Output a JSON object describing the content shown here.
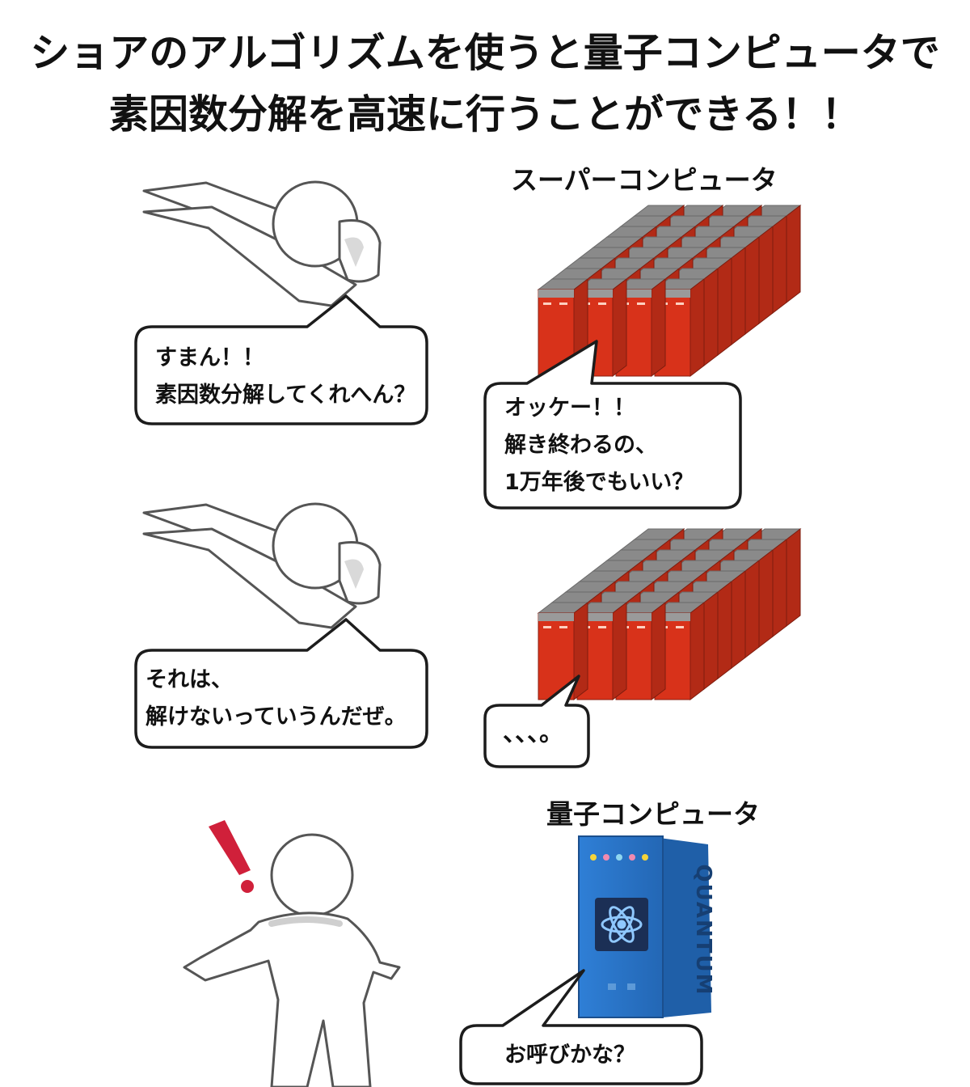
{
  "title": {
    "line1": "ショアのアルゴリズムを使うと量子コンピュータで",
    "line2": "素因数分解を高速に行うことができる！！"
  },
  "labels": {
    "supercomputer": "スーパーコンピュータ",
    "quantum_computer": "量子コンピュータ"
  },
  "bubbles": {
    "person_request": [
      "すまん！！",
      "素因数分解してくれへん？"
    ],
    "super_reply": [
      "オッケー！！",
      "解き終わるの、",
      "1万年後でもいい？"
    ],
    "person_retort": [
      "それは、",
      "解けないっていうんだぜ。"
    ],
    "super_silence": [
      "、、、。"
    ],
    "quantum_offer": [
      "お呼びかな？"
    ]
  },
  "quantum_panel_text": "QUANTUM",
  "icons": [
    "bowing-person",
    "bowing-person",
    "surprised-person",
    "exclamation-mark",
    "supercomputer-rack",
    "supercomputer-rack",
    "quantum-computer",
    "atom-icon"
  ],
  "colors": {
    "rack_red": "#d8321a",
    "rack_gray": "#9a9a9a",
    "quantum_blue": "#2a73c7",
    "exclamation_red": "#d0203a",
    "outline": "#222222"
  }
}
